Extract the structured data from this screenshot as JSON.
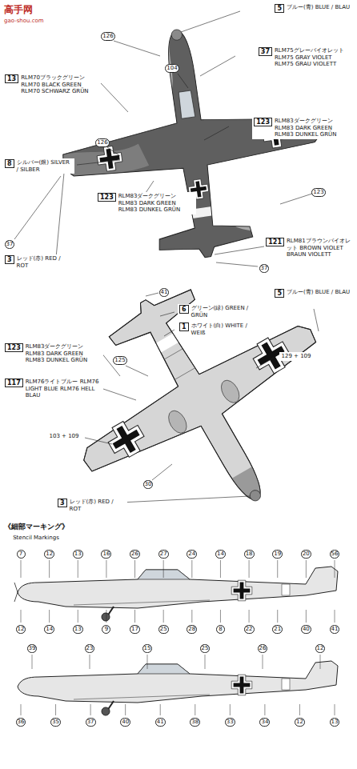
{
  "diagram": {
    "nodes": [
      {
        "text": [
          "5",
          "ブルー(青) BLUE / BLAU"
        ]
      },
      {
        "text": [
          "37",
          "RLM75グレーバイオレット RLM75 GRAY VIOLET RLM75 GRAU VIOLETT"
        ]
      },
      {
        "text": [
          "13",
          "RLM70ブラックグリーン RLM70 BLACK GREEN RLM70 SCHWARZ GRÜN"
        ]
      },
      {
        "text": [
          "123",
          "RLM83ダークグリーン RLM83 DARK GREEN RLM83 DUNKEL GRÜN"
        ]
      },
      {
        "text": [
          "8",
          "シルバー(銀) SILVER / SILBER"
        ]
      },
      {
        "text": [
          "123",
          "RLM83ダークグリーン RLM83 DARK GREEN RLM83 DUNKEL GRÜN"
        ]
      },
      {
        "text": [
          "3",
          "レッド(赤) RED / ROT"
        ]
      },
      {
        "text": [
          "121",
          "RLM81ブラウンバイオレット BROWN VIOLET BRAUN VIOLETT"
        ]
      },
      {
        "text": [
          "5",
          "ブルー(青) BLUE / BLAU"
        ]
      },
      {
        "text": [
          "6",
          "グリーン(緑) GREEN / GRÜN"
        ]
      },
      {
        "text": [
          "1",
          "ホワイト(白) WHITE / WEIß"
        ]
      },
      {
        "text": [
          "123",
          "RLM83ダークグリーン RLM83 DARK GREEN RLM83 DUNKEL GRÜN"
        ]
      },
      {
        "text": [
          "117",
          "RLM76ライトブルー RLM76 LIGHT BLUE RLM76 HELL BLAU"
        ]
      },
      {
        "text": [
          "3",
          "レッド(赤) RED / ROT"
        ]
      }
    ],
    "labels": [
      "高手网",
      "gao-shou.com",
      "126",
      "104",
      "126",
      "37",
      "123",
      "37",
      "41",
      "125",
      "129 + 109",
      "103 + 109",
      "30",
      "《細部マーキング》",
      "Stencil Markings",
      "7",
      "12",
      "13",
      "16",
      "26",
      "27",
      "24",
      "14",
      "18",
      "19",
      "20",
      "56",
      "12",
      "14",
      "13",
      "9",
      "17",
      "25",
      "28",
      "8",
      "22",
      "21",
      "40",
      "41",
      "39",
      "23",
      "15",
      "25",
      "26",
      "12",
      "36",
      "35",
      "37",
      "40",
      "41",
      "38",
      "33",
      "34",
      "12",
      "13"
    ]
  }
}
